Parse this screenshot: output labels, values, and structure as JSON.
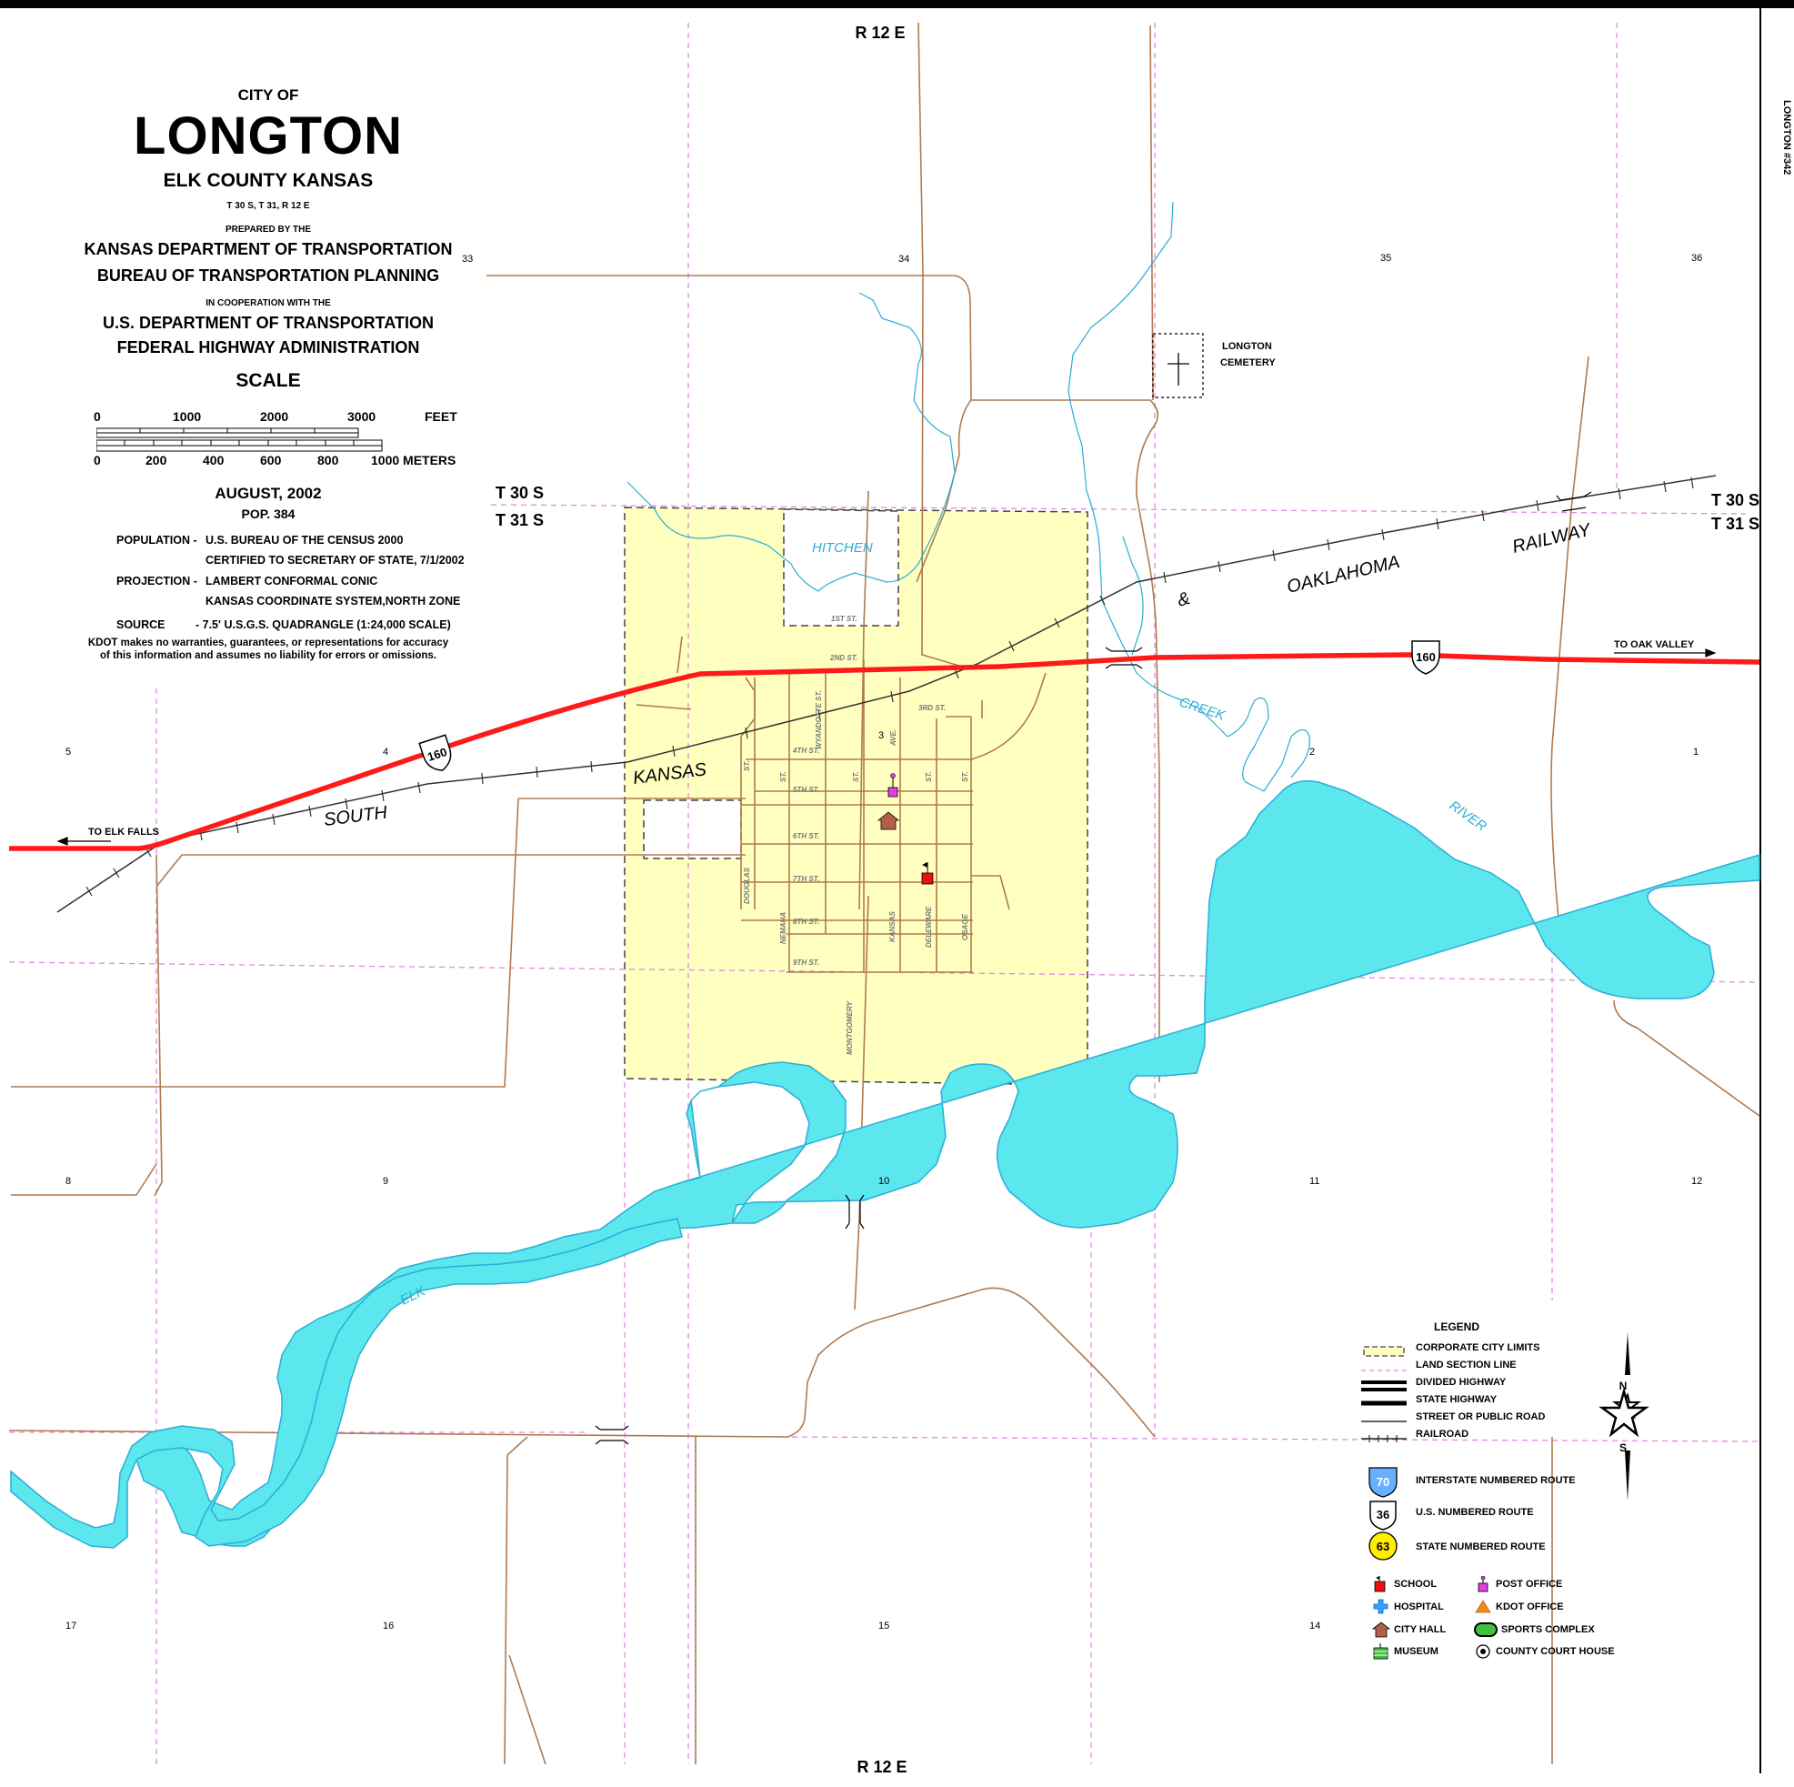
{
  "title": {
    "city_of": "CITY OF",
    "name": "LONGTON",
    "county": "ELK COUNTY KANSAS",
    "township": "T 30 S, T 31, R 12 E",
    "prepared_by": "PREPARED BY THE",
    "org1": "KANSAS DEPARTMENT OF TRANSPORTATION",
    "org2": "BUREAU OF TRANSPORTATION PLANNING",
    "coop": "IN COOPERATION WITH THE",
    "org3": "U.S. DEPARTMENT OF TRANSPORTATION",
    "org4": "FEDERAL HIGHWAY ADMINISTRATION",
    "scale_title": "SCALE",
    "date": "AUGUST, 2002",
    "pop": "POP. 384"
  },
  "scale": {
    "feet_labels": [
      "0",
      "1000",
      "2000",
      "3000"
    ],
    "feet_unit": "FEET",
    "meter_labels": [
      "0",
      "200",
      "400",
      "600",
      "800"
    ],
    "meter_unit": "1000 METERS"
  },
  "meta": [
    {
      "key": "POPULATION -",
      "value": "U.S. BUREAU OF THE CENSUS 2000"
    },
    {
      "key": "",
      "value": "CERTIFIED TO SECRETARY OF STATE, 7/1/2002"
    },
    {
      "key": "PROJECTION -",
      "value": "LAMBERT CONFORMAL CONIC"
    },
    {
      "key": "",
      "value": "KANSAS COORDINATE SYSTEM,NORTH ZONE"
    },
    {
      "key": "SOURCE",
      "value": "- 7.5' U.S.G.S. QUADRANGLE (1:24,000 SCALE)"
    }
  ],
  "disclaimer_1": "KDOT makes no warranties, guarantees, or representations for accuracy",
  "disclaimer_2": "of this information and assumes no liability for errors or omissions.",
  "map_labels": {
    "range_top": "R 12 E",
    "range_bottom": "R 12 E",
    "t30_left": "T 30 S",
    "t31_left": "T 31 S",
    "t30_right": "T 30 S",
    "t31_right": "T 31 S",
    "side_label": "LONGTON #342",
    "cemetery_1": "LONGTON",
    "cemetery_2": "CEMETERY",
    "to_oak_valley": "TO OAK VALLEY",
    "to_elk_falls": "TO ELK FALLS",
    "route_160": "160",
    "rail_south": "SOUTH",
    "rail_kansas": "KANSAS",
    "rail_and": "&",
    "rail_oaklahoma": "OAKLAHOMA",
    "rail_railway": "RAILWAY",
    "water_hitchen": "HITCHEN",
    "water_creek": "CREEK",
    "water_river": "RIVER",
    "water_elk": "ELK",
    "sections": {
      "s33": "33",
      "s34": "34",
      "s35": "35",
      "s36": "36",
      "s5": "5",
      "s4": "4",
      "s3": "3",
      "s2": "2",
      "s1": "1",
      "s8": "8",
      "s9": "9",
      "s10": "10",
      "s11": "11",
      "s12": "12",
      "s17": "17",
      "s16": "16",
      "s15": "15",
      "s14": "14"
    },
    "streets": {
      "st1": "1ST ST.",
      "st2": "2ND ST.",
      "st3": "3RD ST.",
      "st4": "4TH ST.",
      "st5": "5TH ST.",
      "st6": "6TH ST.",
      "st7": "7TH ST.",
      "st8": "8TH ST.",
      "st9": "9TH ST.",
      "wyandotte": "WYANDOTTE ST.",
      "ave": "AVE.",
      "st_a": "ST.",
      "st_b": "ST.",
      "st_c": "ST.",
      "st_d": "ST.",
      "st_e": "ST.",
      "douglas": "DOUGLAS",
      "nemaha": "NEMAHA",
      "kansas": "KANSAS",
      "deleware": "DELEWARE",
      "osage": "OSAGE",
      "montgomery": "MONTGOMERY"
    }
  },
  "legend": {
    "title": "LEGEND",
    "compass_n": "N",
    "compass_s": "S",
    "lines": [
      {
        "label": "CORPORATE CITY LIMITS"
      },
      {
        "label": "LAND SECTION LINE"
      },
      {
        "label": "DIVIDED HIGHWAY"
      },
      {
        "label": "STATE HIGHWAY"
      },
      {
        "label": "STREET OR PUBLIC ROAD"
      },
      {
        "label": "RAILROAD"
      }
    ],
    "routes": [
      {
        "num": "70",
        "label": "INTERSTATE NUMBERED ROUTE"
      },
      {
        "num": "36",
        "label": "U.S. NUMBERED ROUTE"
      },
      {
        "num": "63",
        "label": "STATE NUMBERED ROUTE"
      }
    ],
    "poi_left": [
      {
        "label": "SCHOOL",
        "icon": "school-icon"
      },
      {
        "label": "HOSPITAL",
        "icon": "hospital-icon"
      },
      {
        "label": "CITY HALL",
        "icon": "city-hall-icon"
      },
      {
        "label": "MUSEUM",
        "icon": "museum-icon"
      }
    ],
    "poi_right": [
      {
        "label": "POST OFFICE",
        "icon": "post-office-icon"
      },
      {
        "label": "KDOT OFFICE",
        "icon": "kdot-office-icon"
      },
      {
        "label": "SPORTS COMPLEX",
        "icon": "sports-complex-icon"
      },
      {
        "label": "COUNTY COURT HOUSE",
        "icon": "court-house-icon"
      }
    ]
  },
  "colors": {
    "highway": "#ff1a1a",
    "city_fill": "#ffffc0",
    "road": "#b07a4e",
    "river": "#5ce6ee",
    "river_edge": "#2aaed6",
    "section_line": "#e08ae0",
    "railroad": "#333333"
  }
}
